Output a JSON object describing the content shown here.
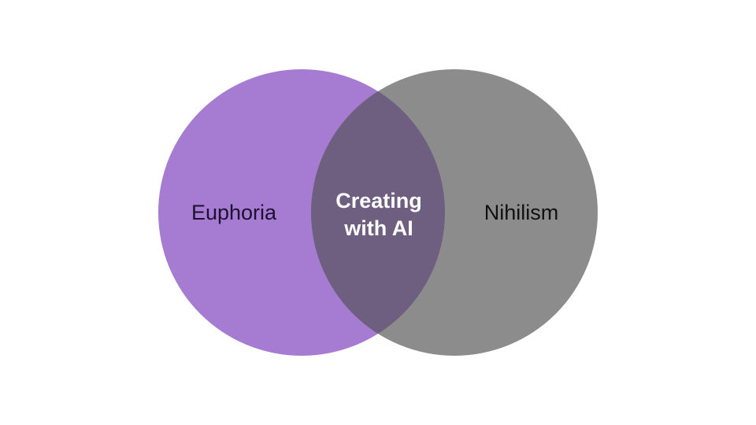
{
  "diagram": {
    "left_set": {
      "label": "Euphoria",
      "color": "#a67bd2"
    },
    "right_set": {
      "label": "Nihilism",
      "color": "#8c8c8c"
    },
    "intersection": {
      "line1": "Creating",
      "line2": "with AI",
      "color": "#6e5e80"
    }
  }
}
